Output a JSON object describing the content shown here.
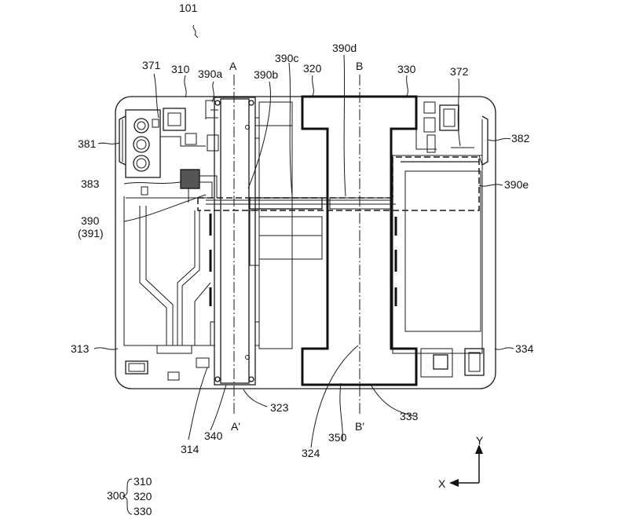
{
  "figure": {
    "number": "101",
    "labels": {
      "l371": "371",
      "l310": "310",
      "l390a": "390a",
      "lA": "A",
      "l390c": "390c",
      "l390b": "390b",
      "l320": "320",
      "l390d": "390d",
      "lB": "B",
      "l330": "330",
      "l372": "372",
      "l381": "381",
      "l382": "382",
      "l383": "383",
      "l390e": "390e",
      "l390": "390",
      "l391": "(391)",
      "l313": "313",
      "l334": "334",
      "l323": "323",
      "l333": "333",
      "l314": "314",
      "l340": "340",
      "lA2": "A'",
      "l324": "324",
      "l350": "350",
      "lB2": "B'",
      "axisX": "X",
      "axisY": "Y",
      "l300": "300",
      "l300a": "310",
      "l300b": "320",
      "l300c": "330"
    }
  }
}
